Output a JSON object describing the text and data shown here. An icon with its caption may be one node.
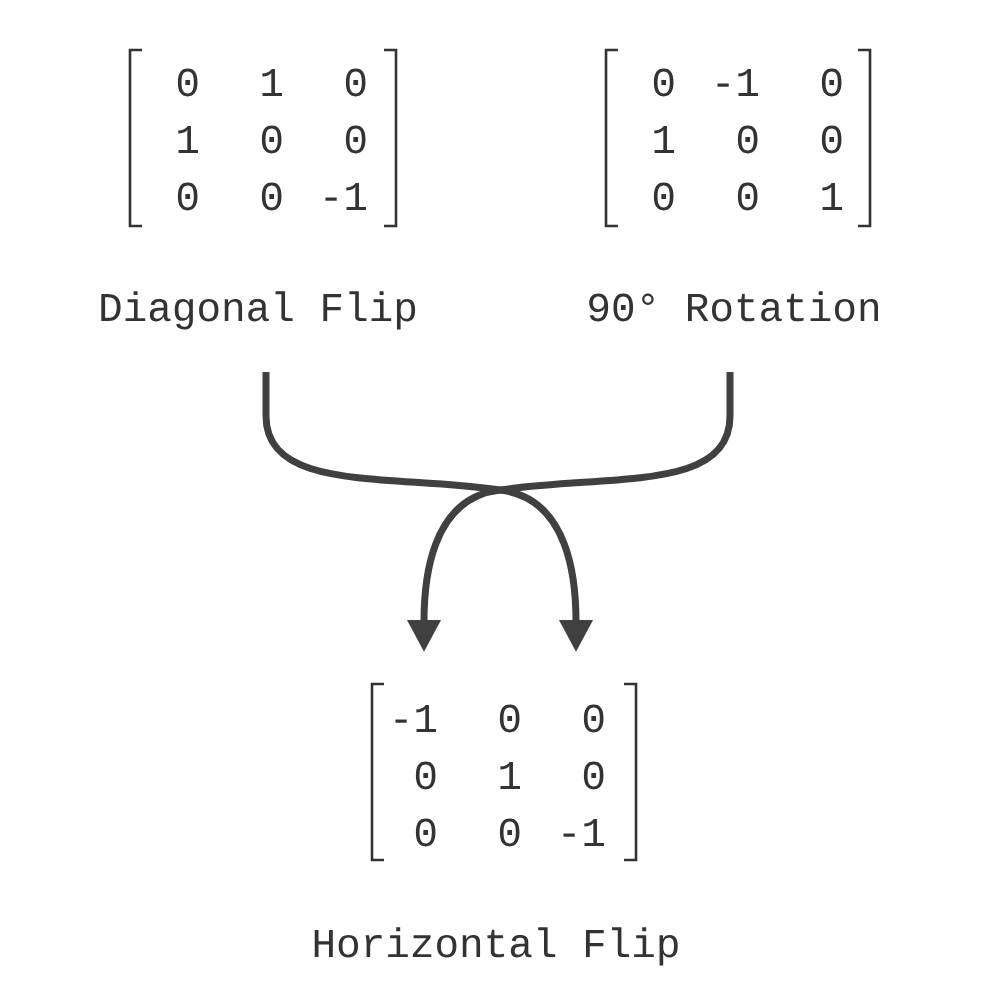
{
  "diagram": {
    "nodes": [
      {
        "text": [
          "0",
          "1",
          "0",
          "1",
          "0",
          "0",
          "0",
          "0",
          "-1",
          "Diagonal Flip"
        ]
      },
      {
        "text": [
          "0",
          "-1",
          "0",
          "1",
          "0",
          "0",
          "0",
          "0",
          "1",
          "90° Rotation"
        ]
      },
      {
        "text": [
          "-1",
          "0",
          "0",
          "0",
          "1",
          "0",
          "0",
          "0",
          "-1",
          "Horizontal Flip"
        ]
      }
    ],
    "edges": [
      {
        "from": 0,
        "to": 2,
        "arrow": "to"
      },
      {
        "from": 1,
        "to": 2,
        "arrow": "to"
      }
    ]
  }
}
